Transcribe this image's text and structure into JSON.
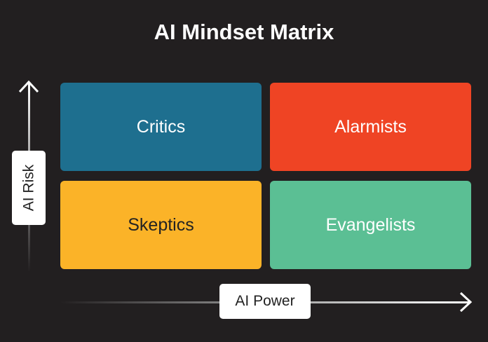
{
  "title": "AI Mindset Matrix",
  "quadrants": [
    {
      "label": "Critics",
      "color": "#1e6f8f"
    },
    {
      "label": "Alarmists",
      "color": "#ef4424"
    },
    {
      "label": "Skeptics",
      "color": "#fbb328"
    },
    {
      "label": "Evangelists",
      "color": "#5bbf94"
    }
  ],
  "axes": {
    "y_label": "AI Risk",
    "x_label": "AI Power"
  }
}
